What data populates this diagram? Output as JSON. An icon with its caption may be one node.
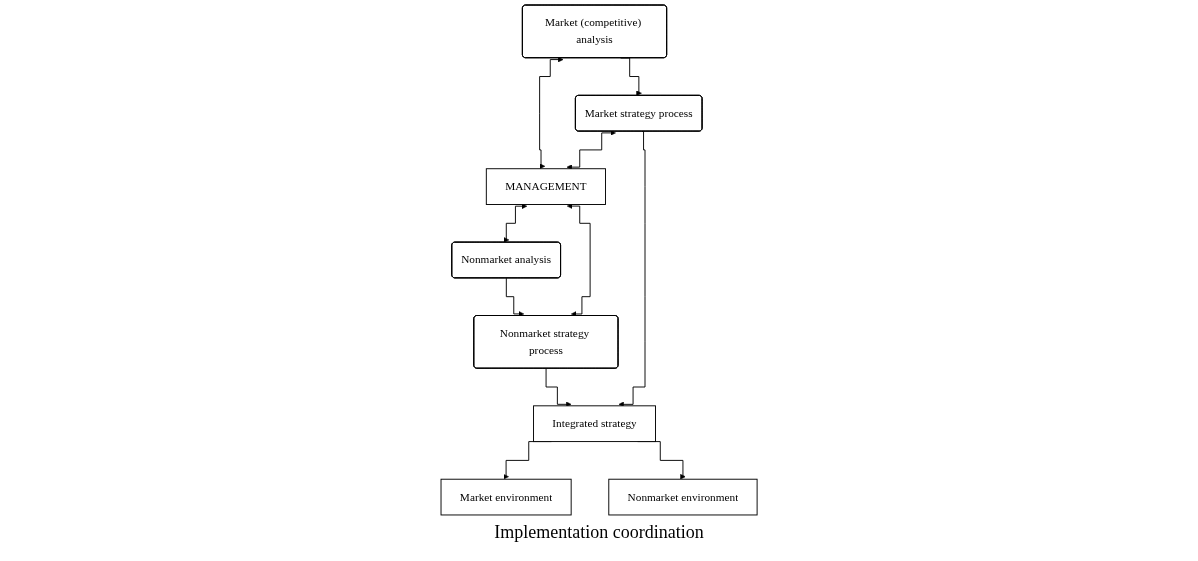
{
  "diagram": {
    "nodes": [
      {
        "text": [
          "Market (competitive) analysis"
        ]
      },
      {
        "text": [
          "MANAGEMENT"
        ]
      },
      {
        "text": [
          "Nonmarket analysis"
        ]
      },
      {
        "text": [
          "Market strategy process"
        ]
      },
      {
        "text": [
          "Nonmarket strategy process"
        ]
      },
      {
        "text": [
          "Integrated strategy"
        ]
      },
      {
        "text": [
          "Market environment"
        ]
      },
      {
        "text": [
          "Nonmarket environment"
        ]
      }
    ],
    "edges": [
      {
        "from": 0,
        "to": 1,
        "arrow": "both"
      },
      {
        "from": 3,
        "to": 1,
        "arrow": "both"
      },
      {
        "from": 1,
        "to": 2,
        "arrow": "both"
      },
      {
        "from": 1,
        "to": 4,
        "arrow": "both"
      },
      {
        "from": 0,
        "to": 3,
        "arrow": "to"
      },
      {
        "from": 2,
        "to": 4,
        "arrow": "to"
      },
      {
        "from": 3,
        "to": 5,
        "arrow": "to"
      },
      {
        "from": 4,
        "to": 5,
        "arrow": "to"
      },
      {
        "from": 5,
        "to": 6,
        "arrow": "to"
      },
      {
        "from": 5,
        "to": 7,
        "arrow": "to"
      }
    ],
    "labels": [
      "Implementation coordination"
    ]
  }
}
